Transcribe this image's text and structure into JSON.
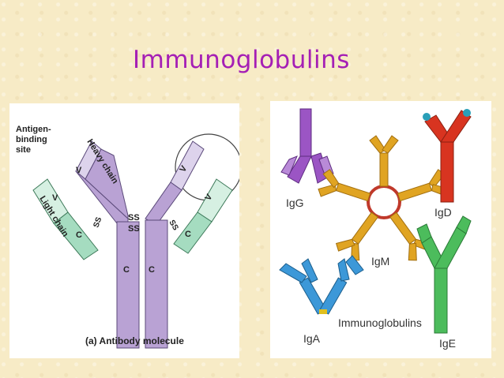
{
  "slide": {
    "title": "Immunoglobulins"
  },
  "antibody_diagram": {
    "antigen_label_lines": [
      "Antigen-",
      "binding",
      "site"
    ],
    "heavy_chain": "Heavy chain",
    "light_chain": "Light chain",
    "variable": "V",
    "constant": "C",
    "disulfide": "SS",
    "caption": "(a) Antibody molecule"
  },
  "classes_diagram": {
    "igg": "IgG",
    "igm": "IgM",
    "igd": "IgD",
    "iga": "IgA",
    "ige": "IgE",
    "caption": "Immunoglobulins"
  },
  "colors": {
    "title": "#a51fb5",
    "background": "#f7ebc6",
    "heavy_chain": "#b9a2d4",
    "heavy_variable": "#ddd3ec",
    "light_chain": "#a5dcc0",
    "light_variable": "#d6f0e2",
    "igg": "#9b55c4",
    "igm": "#e0a422",
    "igd": "#d83420",
    "iga": "#3c98d8",
    "ige": "#4cbc5c"
  }
}
